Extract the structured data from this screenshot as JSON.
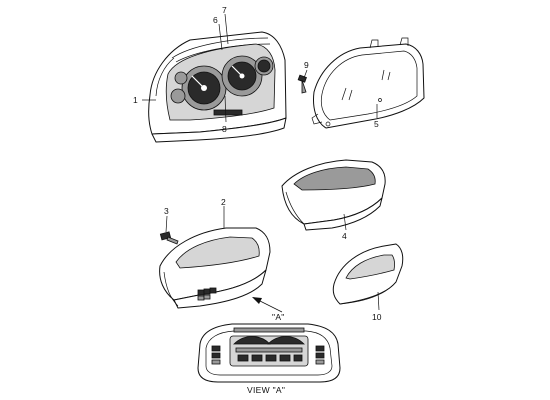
{
  "callouts": {
    "c1": "1",
    "c2": "2",
    "c3": "3",
    "c4": "4",
    "c5": "5",
    "c6": "6",
    "c7": "7",
    "c8": "8",
    "c9": "9",
    "c10": "10"
  },
  "view_arrow_label": "\"A\"",
  "view_caption": "VIEW \"A\""
}
